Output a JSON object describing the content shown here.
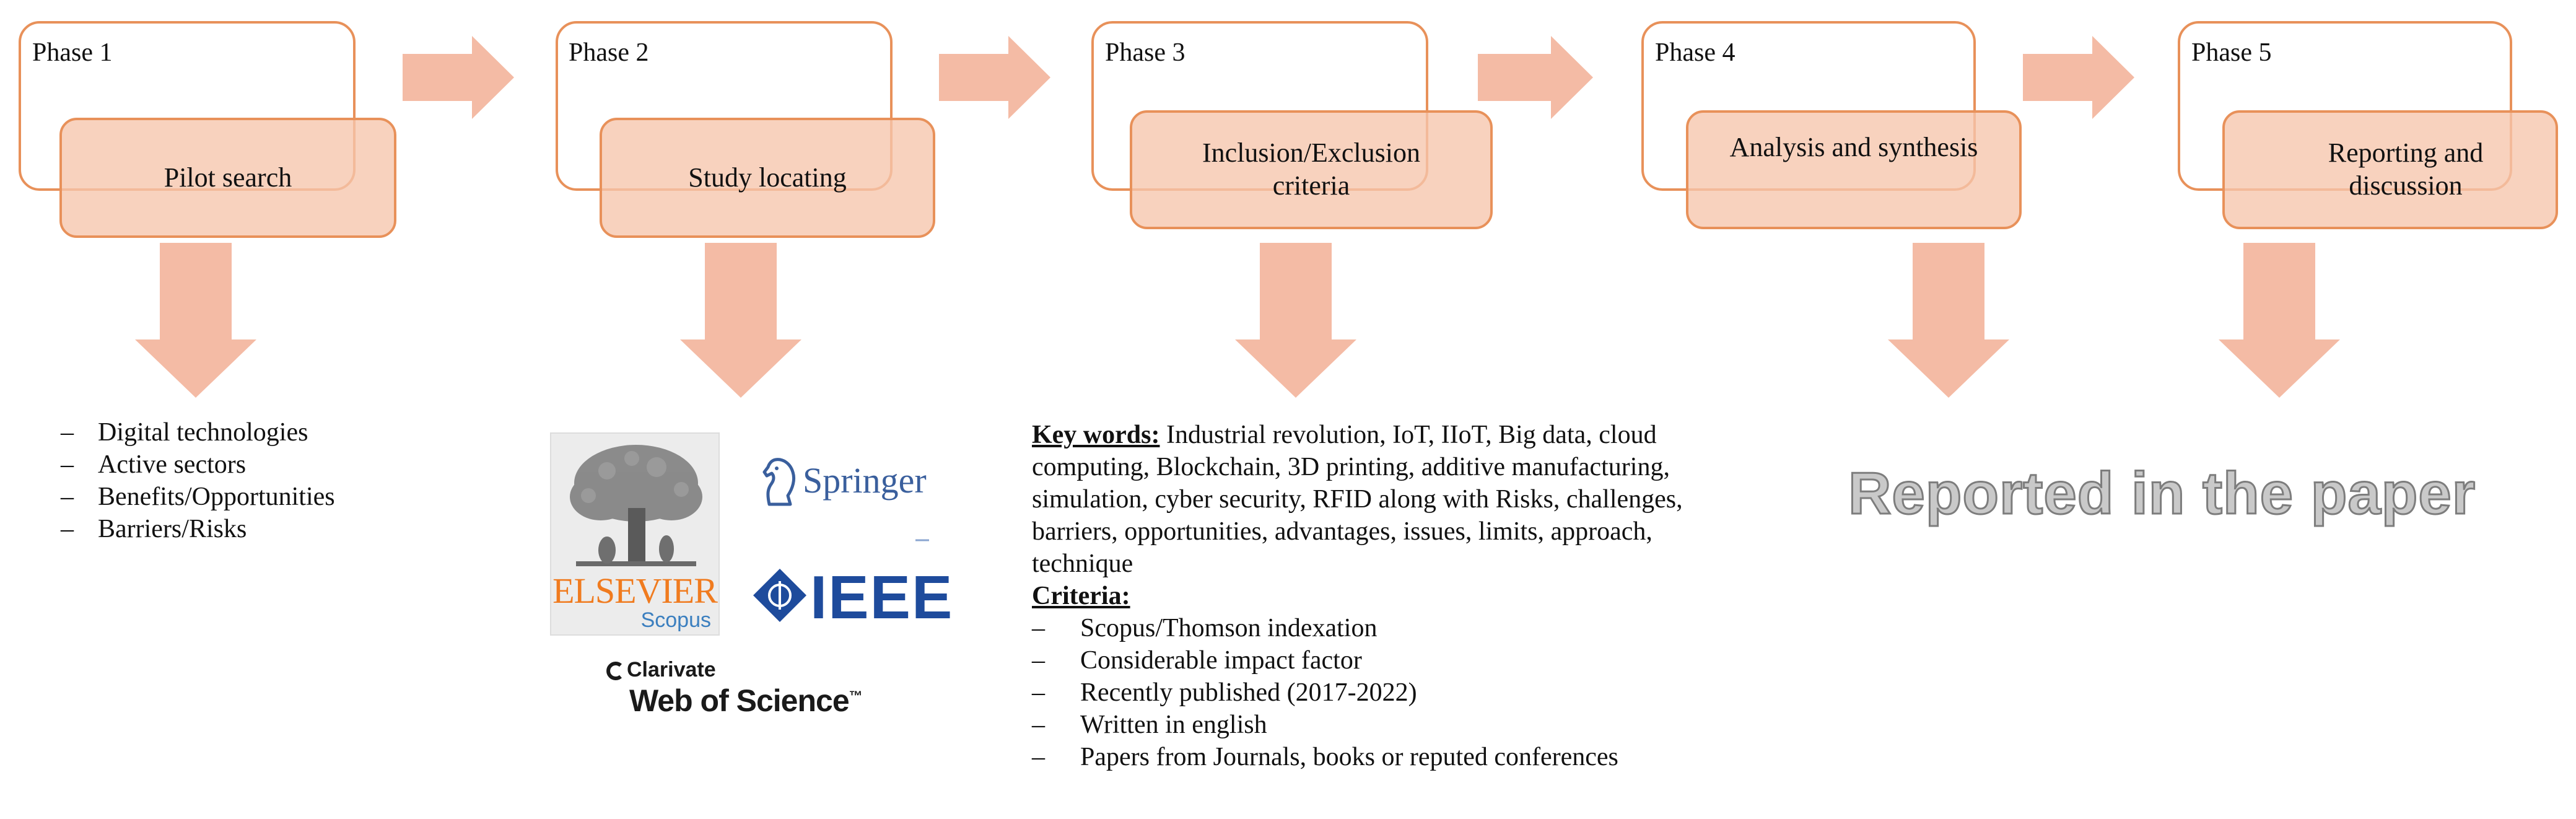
{
  "colors": {
    "border": "#e8915a",
    "task_fill": "#f6c5ac",
    "arrow_fill": "#f4bba5",
    "reported_text": "#c9c9c9"
  },
  "phases": [
    {
      "label": "Phase 1",
      "task": "Pilot search"
    },
    {
      "label": "Phase 2",
      "task": "Study locating"
    },
    {
      "label": "Phase 3",
      "task": "Inclusion/Exclusion criteria"
    },
    {
      "label": "Phase 4",
      "task": "Analysis and synthesis"
    },
    {
      "label": "Phase 5",
      "task": "Reporting and discussion"
    }
  ],
  "phase1_items": {
    "dash": "–",
    "items": [
      "Digital technologies",
      "Active sectors",
      "Benefits/Opportunities",
      "Barriers/Risks"
    ]
  },
  "logos": {
    "elsevier": "ELSEVIER",
    "scopus": "Scopus",
    "springer": "Springer",
    "ieee": "IEEE",
    "clarivate": "Clarivate",
    "web_of_science": "Web of Science",
    "trademark": "™"
  },
  "phase3": {
    "keywords_label": "Key words:",
    "keywords_text": "Industrial revolution, IoT, IIoT, Big data, cloud computing, Blockchain, 3D printing, additive manufacturing, simulation, cyber security, RFID along with Risks, challenges, barriers, opportunities, advantages, issues, limits, approach, technique",
    "criteria_label": "Criteria:",
    "dash": "–",
    "criteria": [
      "Scopus/Thomson indexation",
      "Considerable impact factor",
      "Recently published (2017-2022)",
      "Written in english",
      "Papers from Journals, books or reputed conferences"
    ]
  },
  "reported": "Reported in the paper"
}
